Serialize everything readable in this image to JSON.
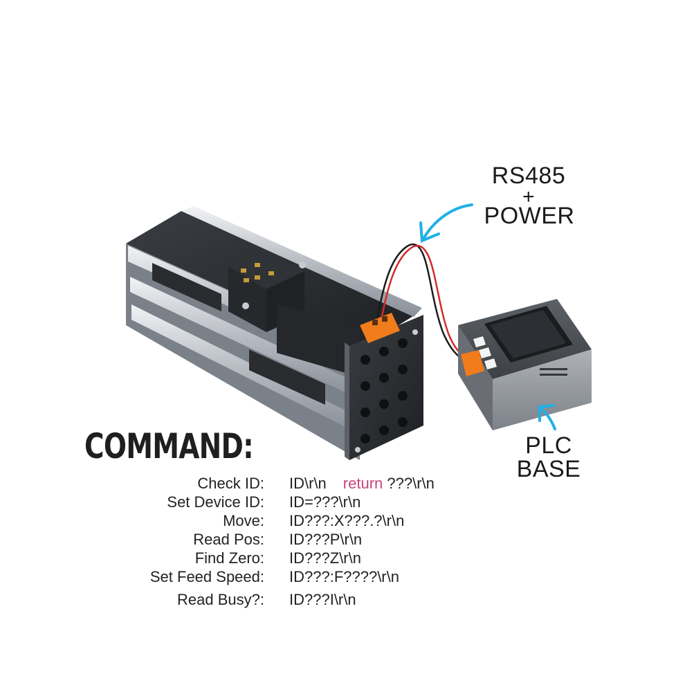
{
  "annotations": {
    "rs485_line": "RS485",
    "plus_line": "+",
    "power_line": "POWER",
    "plc_line": "PLC",
    "base_line": "BASE",
    "arrow_color": "#1fb0e6"
  },
  "command": {
    "title": "COMMAND:",
    "return_color": "#c8457a",
    "rows": [
      {
        "label": "Check ID:",
        "code": "ID\\r\\n",
        "return_word": "return",
        "return_value": "???\\r\\n"
      },
      {
        "label": "Set Device ID:",
        "code": "ID=???\\r\\n"
      },
      {
        "label": "Move:",
        "code": "ID???:X???.?\\r\\n"
      },
      {
        "label": "Read Pos:",
        "code": "ID???P\\r\\n"
      },
      {
        "label": "Find Zero:",
        "code": "ID???Z\\r\\n"
      },
      {
        "label": "Set Feed Speed:",
        "code": "ID???:F????\\r\\n"
      },
      {
        "label": "Read Busy?:",
        "code": "ID???I\\r\\n"
      }
    ]
  },
  "devices": {
    "linear_module_icon": "linear-slide-module",
    "plc_unit_icon": "plc-base-unit"
  }
}
